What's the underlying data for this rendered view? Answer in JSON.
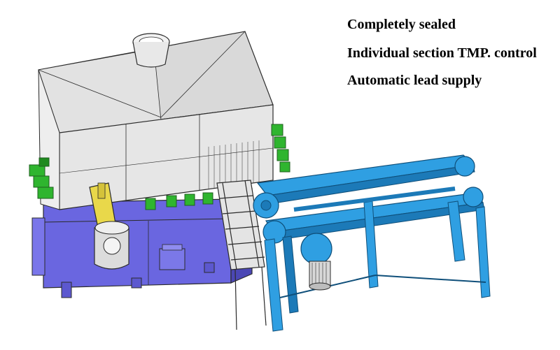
{
  "features": [
    "Completely sealed",
    "Individual section TMP. control",
    "Automatic lead supply"
  ],
  "colors": {
    "hood": "#e6e6e6",
    "hood_top": "#d9d9d9",
    "base": "#6a66e0",
    "base_dark": "#4b47b5",
    "conveyor": "#2f9fe2",
    "conveyor_dark": "#1c7ab8",
    "heater": "#2fb52f",
    "heater_dark": "#1f8a1f",
    "hopper": "#e9d84a",
    "outline": "#2b2b2b"
  },
  "icons": [
    "melting-furnace-drawing",
    "lead-feeder-hopper",
    "chain-conveyor-drawing",
    "heater-block-icon",
    "drive-motor-icon"
  ]
}
